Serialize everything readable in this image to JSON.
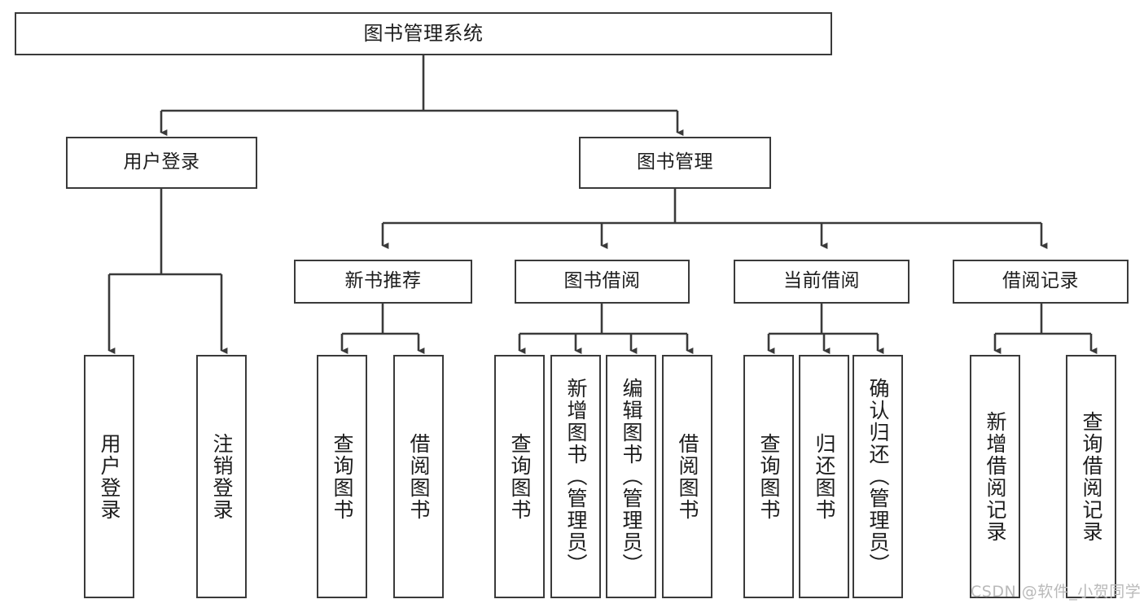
{
  "diagram": {
    "title": "图书管理系统",
    "type": "tree-hierarchy-diagram",
    "watermark": "CSDN @软件_小贺同学",
    "accent_color": "#3a3a3a",
    "background_color": "#ffffff",
    "nodes": {
      "root": {
        "label": "图书管理系统"
      },
      "level2": [
        {
          "label": "用户登录"
        },
        {
          "label": "图书管理"
        }
      ],
      "level3": [
        {
          "label": "新书推荐"
        },
        {
          "label": "图书借阅"
        },
        {
          "label": "当前借阅"
        },
        {
          "label": "借阅记录"
        }
      ],
      "leaves": {
        "user_login": [
          {
            "label": "用户登录"
          },
          {
            "label": "注销登录"
          }
        ],
        "new_book": [
          {
            "label": "查询图书"
          },
          {
            "label": "借阅图书"
          }
        ],
        "borrow_book": [
          {
            "label": "查询图书"
          },
          {
            "label": "新增图书（管理员）"
          },
          {
            "label": "编辑图书（管理员）"
          },
          {
            "label": "借阅图书"
          }
        ],
        "current_borrow": [
          {
            "label": "查询图书"
          },
          {
            "label": "归还图书"
          },
          {
            "label": "确认归还（管理员）"
          }
        ],
        "borrow_record": [
          {
            "label": "新增借阅记录"
          },
          {
            "label": "查询借阅记录"
          }
        ]
      }
    }
  }
}
